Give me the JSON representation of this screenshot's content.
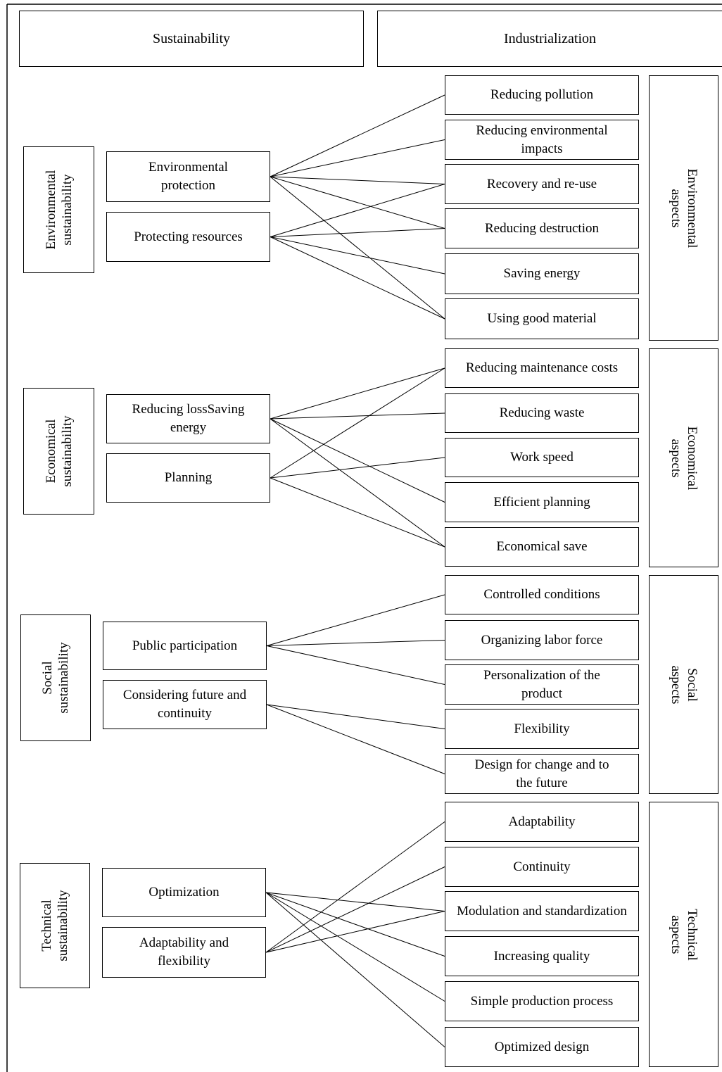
{
  "header": {
    "sustainability": "Sustainability",
    "industrialization": "Industrialization"
  },
  "pillars": [
    {
      "key": "environmental",
      "label": "Environmental\nsustainability"
    },
    {
      "key": "economical",
      "label": "Economical\nsustainability"
    },
    {
      "key": "social",
      "label": "Social\nsustainability"
    },
    {
      "key": "technical",
      "label": "Technical\nsustainability"
    }
  ],
  "criteria": [
    {
      "key": "environmental_protection",
      "label": "Environmental\nprotection"
    },
    {
      "key": "protecting_resources",
      "label": "Protecting resources"
    },
    {
      "key": "reducing_loss",
      "label": "Reducing lossSaving\nenergy"
    },
    {
      "key": "planning",
      "label": "Planning"
    },
    {
      "key": "public_participation",
      "label": "Public participation"
    },
    {
      "key": "future_continuity",
      "label": "Considering future and\ncontinuity"
    },
    {
      "key": "optimization",
      "label": "Optimization"
    },
    {
      "key": "adaptability_flexibility",
      "label": "Adaptability and\nflexibility"
    }
  ],
  "industrialization_items": [
    {
      "key": "reducing_pollution",
      "label": "Reducing pollution"
    },
    {
      "key": "reducing_env_impacts",
      "label": "Reducing environmental\nimpacts"
    },
    {
      "key": "recovery_reuse",
      "label": "Recovery and re-use"
    },
    {
      "key": "reducing_destruction",
      "label": "Reducing destruction"
    },
    {
      "key": "saving_energy",
      "label": "Saving energy"
    },
    {
      "key": "good_material",
      "label": "Using good material"
    },
    {
      "key": "maintenance_costs",
      "label": "Reducing maintenance costs"
    },
    {
      "key": "reducing_waste",
      "label": "Reducing waste"
    },
    {
      "key": "work_speed",
      "label": "Work speed"
    },
    {
      "key": "efficient_planning",
      "label": "Efficient planning"
    },
    {
      "key": "economical_save",
      "label": "Economical save"
    },
    {
      "key": "controlled_conditions",
      "label": "Controlled conditions"
    },
    {
      "key": "organizing_labor",
      "label": "Organizing labor force"
    },
    {
      "key": "personalization",
      "label": "Personalization of the\nproduct"
    },
    {
      "key": "flexibility",
      "label": "Flexibility"
    },
    {
      "key": "design_change",
      "label": "Design for change and to\nthe future"
    },
    {
      "key": "adaptability",
      "label": "Adaptability"
    },
    {
      "key": "continuity",
      "label": "Continuity"
    },
    {
      "key": "modulation",
      "label": "Modulation and standardization"
    },
    {
      "key": "quality",
      "label": "Increasing quality"
    },
    {
      "key": "simple_process",
      "label": "Simple production process"
    },
    {
      "key": "optimized_design",
      "label": "Optimized design"
    }
  ],
  "aspects": [
    {
      "key": "environmental",
      "label": "Environmental aspects"
    },
    {
      "key": "economical",
      "label": "Economical aspects"
    },
    {
      "key": "social",
      "label": "Social aspects"
    },
    {
      "key": "technical",
      "label": "Technical aspects"
    }
  ],
  "connections": [
    [
      "environmental_protection",
      "reducing_pollution"
    ],
    [
      "environmental_protection",
      "reducing_env_impacts"
    ],
    [
      "environmental_protection",
      "recovery_reuse"
    ],
    [
      "environmental_protection",
      "reducing_destruction"
    ],
    [
      "environmental_protection",
      "good_material"
    ],
    [
      "protecting_resources",
      "recovery_reuse"
    ],
    [
      "protecting_resources",
      "reducing_destruction"
    ],
    [
      "protecting_resources",
      "saving_energy"
    ],
    [
      "protecting_resources",
      "good_material"
    ],
    [
      "reducing_loss",
      "maintenance_costs"
    ],
    [
      "reducing_loss",
      "reducing_waste"
    ],
    [
      "reducing_loss",
      "efficient_planning"
    ],
    [
      "reducing_loss",
      "economical_save"
    ],
    [
      "planning",
      "maintenance_costs"
    ],
    [
      "planning",
      "work_speed"
    ],
    [
      "planning",
      "economical_save"
    ],
    [
      "public_participation",
      "controlled_conditions"
    ],
    [
      "public_participation",
      "organizing_labor"
    ],
    [
      "public_participation",
      "personalization"
    ],
    [
      "future_continuity",
      "flexibility"
    ],
    [
      "future_continuity",
      "design_change"
    ],
    [
      "optimization",
      "modulation"
    ],
    [
      "optimization",
      "quality"
    ],
    [
      "optimization",
      "simple_process"
    ],
    [
      "optimization",
      "optimized_design"
    ],
    [
      "adaptability_flexibility",
      "adaptability"
    ],
    [
      "adaptability_flexibility",
      "continuity"
    ],
    [
      "adaptability_flexibility",
      "modulation"
    ]
  ]
}
